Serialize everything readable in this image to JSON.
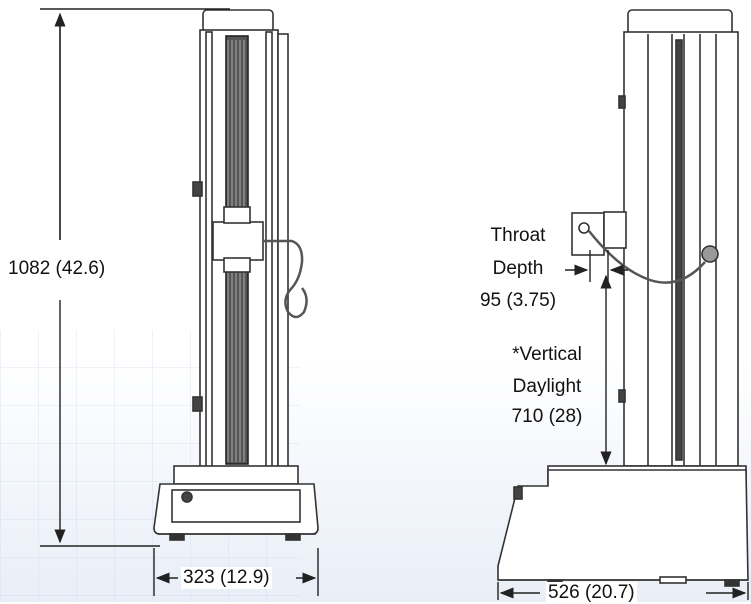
{
  "dimensions": {
    "overall_height": "1082 (42.6)",
    "front_width": "323 (12.9)",
    "side_depth": "526 (20.7)",
    "throat": {
      "line1": "Throat",
      "line2": "Depth",
      "line3": "95 (3.75)"
    },
    "daylight": {
      "line1": "*Vertical",
      "line2": "Daylight",
      "line3": "710 (28)"
    }
  },
  "colors": {
    "line": "#222222",
    "frame": "#333333",
    "paper": "#ffffff",
    "grid": "#c7d3e8"
  }
}
